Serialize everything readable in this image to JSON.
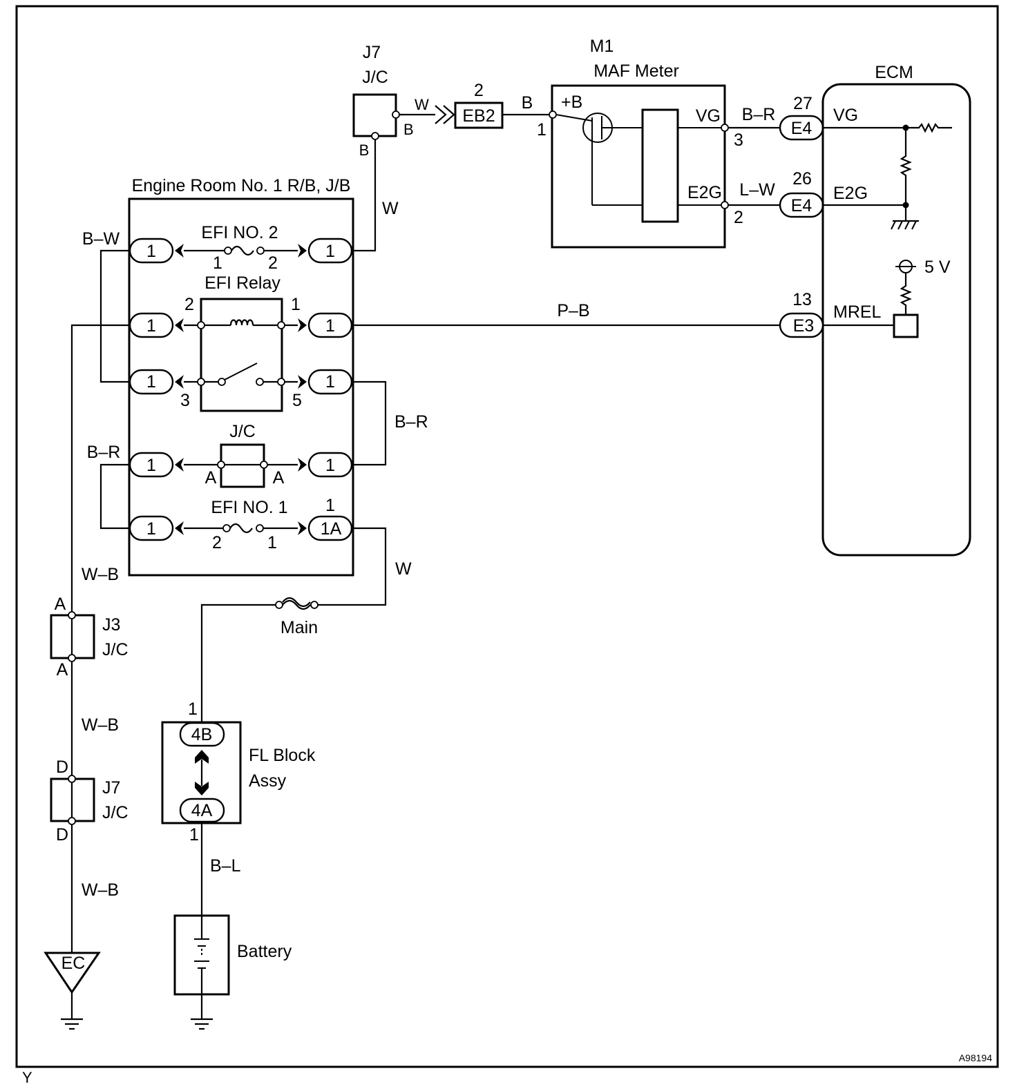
{
  "frame": {
    "footer_left": "Y",
    "footer_right": "A98194"
  },
  "j7_top": {
    "code": "J7",
    "name": "J/C",
    "pin_right": "B",
    "pin_bottom": "B",
    "wire_out": "W"
  },
  "eb2": {
    "pin": "2",
    "label": "EB2",
    "wire_out": "B"
  },
  "maf": {
    "code": "M1",
    "name": "MAF Meter",
    "plus_b": "+B",
    "pin_plus_b": "1",
    "vg": "VG",
    "pin_vg": "3",
    "e2g": "E2G",
    "pin_e2g": "2"
  },
  "ecm": {
    "title": "ECM",
    "vg": "VG",
    "e2g": "E2G",
    "mrel": "MREL",
    "supply": "5 V",
    "conn_vg": {
      "pin": "27",
      "label": "E4",
      "wire": "B–R"
    },
    "conn_e2g": {
      "pin": "26",
      "label": "E4",
      "wire": "L–W"
    },
    "conn_mrel": {
      "pin": "13",
      "label": "E3",
      "wire": "P–B"
    }
  },
  "jb": {
    "title": "Engine Room No. 1 R/B, J/B",
    "pin": "1",
    "pin_1a": "1A",
    "efi2": {
      "label": "EFI NO. 2",
      "pin_a": "1",
      "pin_b": "2"
    },
    "relay": {
      "label": "EFI Relay",
      "pin_tl": "2",
      "pin_tr": "1",
      "pin_bl": "3",
      "pin_br": "5"
    },
    "jc": {
      "label": "J/C",
      "pin_a": "A",
      "pin_b": "A"
    },
    "efi1": {
      "label": "EFI NO. 1",
      "pin_a": "2",
      "pin_b": "1",
      "pin_top": "1"
    }
  },
  "wires": {
    "jb_w_top": "W",
    "b_w": "B–W",
    "b_r_left": "B–R",
    "b_r_right": "B–R",
    "w_efi1": "W",
    "main": "Main",
    "w_b_1": "W–B",
    "w_b_2": "W–B",
    "w_b_3": "W–B",
    "b_l": "B–L"
  },
  "j3": {
    "code": "J3",
    "name": "J/C",
    "pin_top": "A",
    "pin_bottom": "A"
  },
  "j7_bottom": {
    "code": "J7",
    "name": "J/C",
    "pin_top": "D",
    "pin_bottom": "D"
  },
  "fl_block": {
    "name_line1": "FL Block",
    "name_line2": "Assy",
    "top": "4B",
    "bottom": "4A",
    "pin_top": "1",
    "pin_bottom": "1"
  },
  "battery": {
    "label": "Battery"
  },
  "ground_ec": {
    "label": "EC"
  }
}
